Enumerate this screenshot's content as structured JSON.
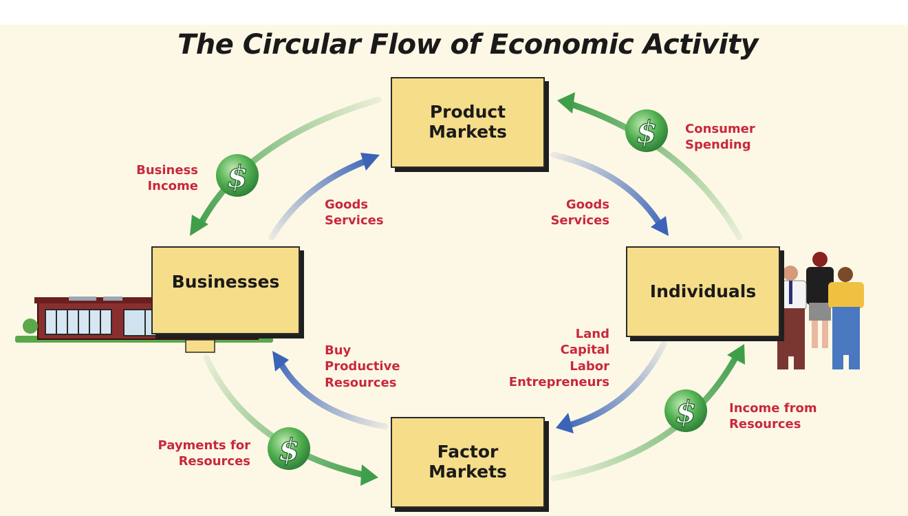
{
  "title": "The Circular Flow of Economic Activity",
  "nodes": {
    "product_markets": [
      "Product",
      "Markets"
    ],
    "factor_markets": [
      "Factor",
      "Markets"
    ],
    "businesses": "Businesses",
    "individuals": "Individuals"
  },
  "labels": {
    "business_income": [
      "Business",
      "Income"
    ],
    "consumer_spending": [
      "Consumer",
      "Spending"
    ],
    "goods_services_left": [
      "Goods",
      "Services"
    ],
    "goods_services_right": [
      "Goods",
      "Services"
    ],
    "buy_productive_resources": [
      "Buy",
      "Productive",
      "Resources"
    ],
    "factors_of_production": [
      "Land",
      "Capital",
      "Labor",
      "Entrepreneurs"
    ],
    "payments_for_resources": [
      "Payments for",
      "Resources"
    ],
    "income_from_resources": [
      "Income from",
      "Resources"
    ]
  },
  "dollar_symbol": "$",
  "colors": {
    "money_flow": "#3f9e4a",
    "goods_flow": "#3b63b8",
    "label_text": "#c8283c",
    "box_fill": "#f6dd8a",
    "background": "#fdf8e5"
  }
}
